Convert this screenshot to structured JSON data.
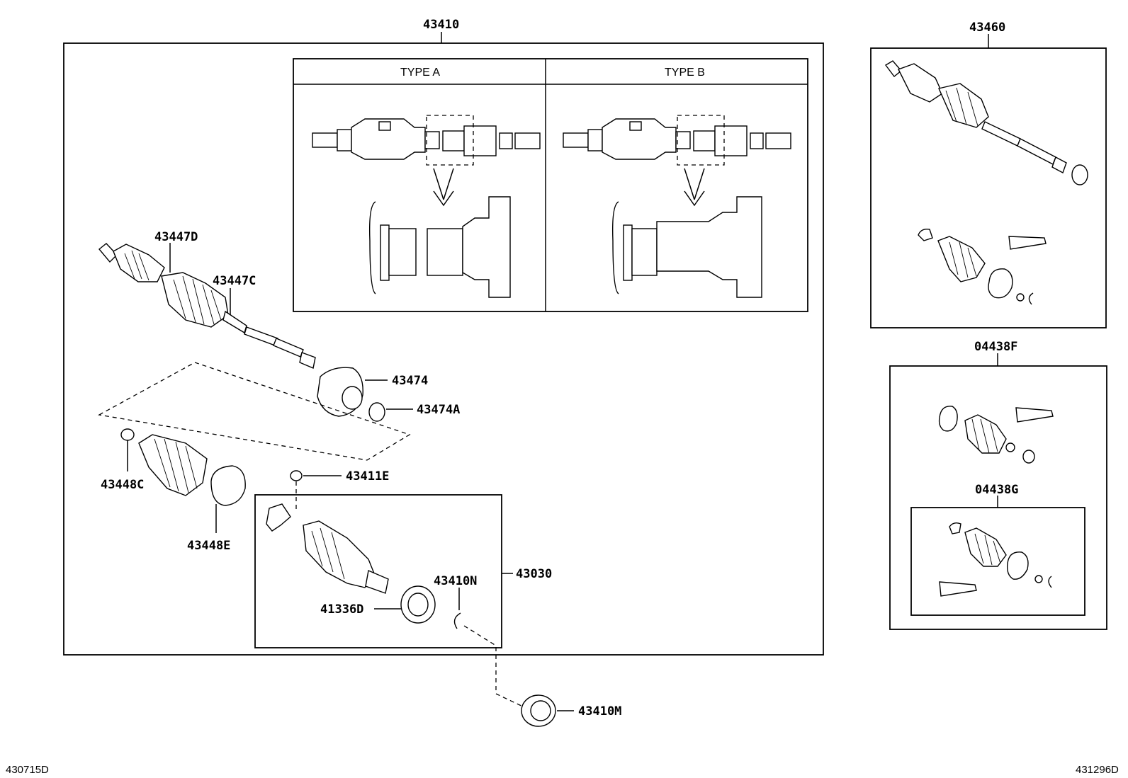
{
  "labels": {
    "main_assembly": "43410",
    "right_assembly": "43460",
    "boot_kit_f": "04438F",
    "boot_kit_g": "04438G",
    "outer_joint": "43447D",
    "outer_boot": "43447C",
    "damper": "43474",
    "damper_clamp": "43474A",
    "boot_clamp_small": "43448C",
    "boot_clamp_large": "43448E",
    "plug": "43411E",
    "inner_joint": "43030",
    "snap_ring": "43410N",
    "oil_seal": "41336D",
    "dust_cover": "43410M"
  },
  "type_panel": {
    "type_a": "TYPE A",
    "type_b": "TYPE B"
  },
  "footer": {
    "left_code": "430715D",
    "right_code": "431296D"
  }
}
